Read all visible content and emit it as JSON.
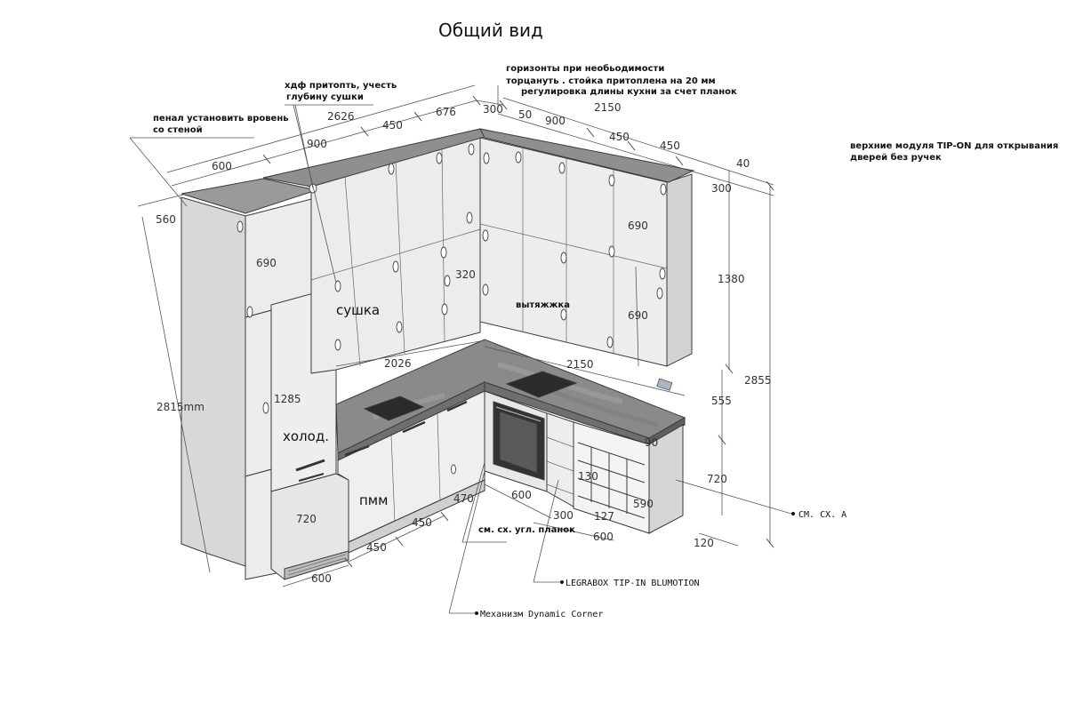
{
  "title": "Общий вид",
  "colors": {
    "carcass": "#e9e9e9",
    "side": "#cfcfcf",
    "counter": "#8f8f8f",
    "worktop_shadow": "#6f6f6f",
    "appliance": "#2b2b2b"
  },
  "notes": {
    "penal": [
      "пенал установить вровень",
      "со стеной"
    ],
    "hdf": [
      "хдф притопть, учесть",
      "глубину сушки"
    ],
    "horizons": [
      "горизонты при необьодимости",
      "торцануть . стойка притоплена на 20 мм"
    ],
    "regulation": "регулировка длины кухни за счет планок",
    "tipon": [
      "верхние модуля TIP-ON для открывания",
      "дверей без ручек"
    ],
    "corner_plank": "см. сх. угл. планок",
    "legrabox": "LEGRABOX TIP-IN BLUMOTION",
    "dynamic_corner": "Механизм Dynamic Corner",
    "scheme_a": "СМ. СХ. А"
  },
  "labels": {
    "sushka": "сушка",
    "vytyazhka": "вытяжжка",
    "holod": "холод.",
    "pmm": "пмм"
  },
  "dimensions": {
    "d2626": "2626",
    "d450a": "450",
    "d676": "676",
    "d300a": "300",
    "d50": "50",
    "d2150a": "2150",
    "d900a": "900",
    "d450b": "450",
    "d450c": "450",
    "d900b": "900",
    "d600a": "600",
    "d560": "560",
    "d40": "40",
    "d300b": "300",
    "d690a": "690",
    "d690b": "690",
    "d690c": "690",
    "d1380": "1380",
    "d320": "320",
    "d2855": "2855",
    "d2815": "2815mm",
    "d1285": "1285",
    "d2026": "2026",
    "d2150b": "2150",
    "d555": "555",
    "d720a": "720",
    "d720b": "720",
    "d90": "90",
    "d130": "130",
    "d590": "590",
    "d127": "127",
    "d470": "470",
    "d450d": "450",
    "d450e": "450",
    "d600b": "600",
    "d600c": "600",
    "d300c": "300",
    "d600d": "600",
    "d120": "120"
  }
}
